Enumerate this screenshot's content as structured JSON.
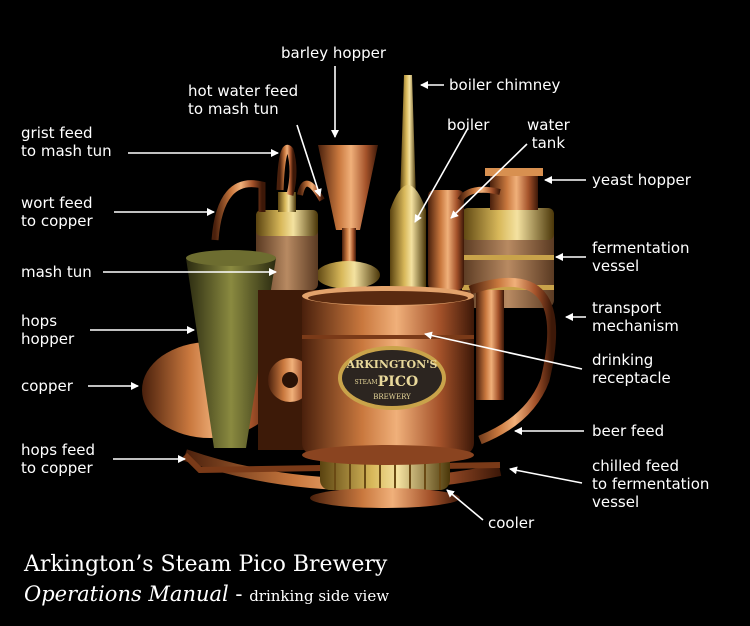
{
  "labels": {
    "barley_hopper": "barley hopper",
    "hot_water_feed": "hot water feed\nto mash tun",
    "boiler_chimney": "boiler chimney",
    "boiler": "boiler",
    "water_tank": "water\ntank",
    "grist_feed": "grist feed\nto mash tun",
    "yeast_hopper": "yeast hopper",
    "wort_feed": "wort feed\nto copper",
    "fermentation_vessel": "fermentation\nvessel",
    "mash_tun": "mash tun",
    "transport_mechanism": "transport\nmechanism",
    "hops_hopper": "hops\nhopper",
    "drinking_receptacle": "drinking\nreceptacle",
    "copper": "copper",
    "beer_feed": "beer feed",
    "hops_feed": "hops feed\nto copper",
    "chilled_feed": "chilled feed\nto fermentation\nvessel",
    "cooler": "cooler"
  },
  "plaque": {
    "line1": "ARKINGTON'S",
    "line2_small": "STEAM",
    "line2_big": "PICO",
    "line3": "BREWERY"
  },
  "caption": {
    "title": "Arkington’s Steam Pico Brewery",
    "subtitle_italic": "Operations Manual",
    "subtitle_sep": " - ",
    "subtitle_small": "drinking side view"
  },
  "colors": {
    "background": "#000000",
    "copper": "#b8662f",
    "brass": "#c9a34a",
    "label": "#ffffff"
  }
}
